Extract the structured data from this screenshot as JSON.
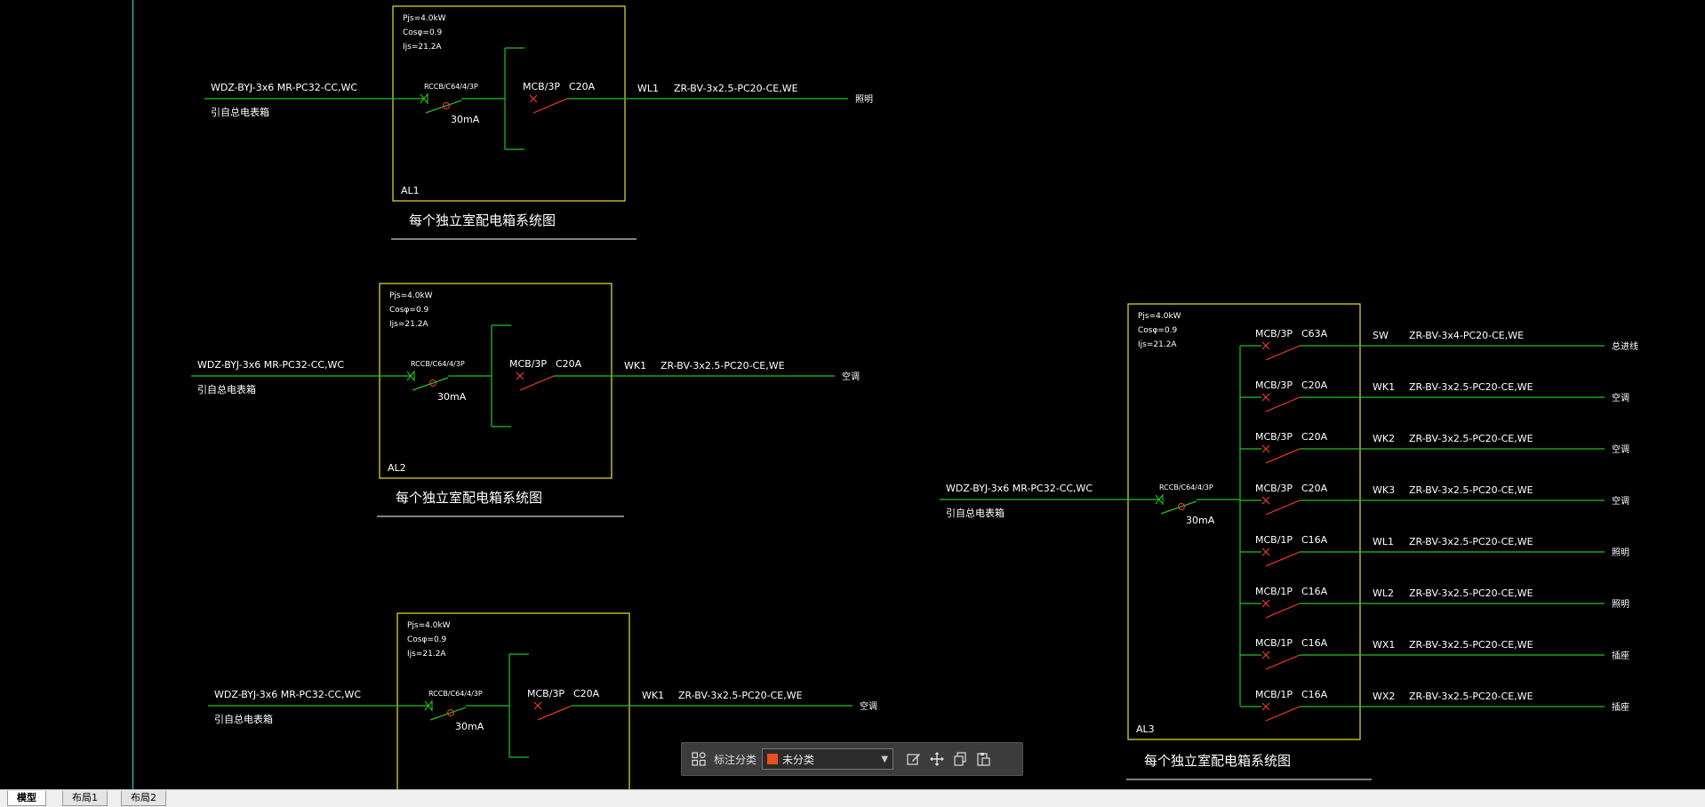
{
  "colors": {
    "background": "#000000",
    "green": "#22c11e",
    "yellow": "#e8e22a",
    "red": "#ff3b24",
    "cyan": "#30c6d8",
    "white": "#ffffff"
  },
  "panels": [
    {
      "id": "AL1",
      "params": [
        "Pjs=4.0kW",
        "Cosφ=0.9",
        "Ijs=21.2A"
      ],
      "incoming": {
        "cable": "WDZ-BYJ-3x6 MR-PC32-CC,WC",
        "source": "引自总电表箱"
      },
      "main_breaker": {
        "type": "RCCB/C64/4/3P",
        "trip": "30mA"
      },
      "circuits": [
        {
          "breaker": "MCB/3P",
          "rating": "C20A",
          "circuit": "WL1",
          "cable": "ZR-BV-3x2.5-PC20-CE,WE",
          "load": "照明"
        }
      ],
      "title": "每个独立室配电箱系统图"
    },
    {
      "id": "AL2",
      "params": [
        "Pjs=4.0kW",
        "Cosφ=0.9",
        "Ijs=21.2A"
      ],
      "incoming": {
        "cable": "WDZ-BYJ-3x6 MR-PC32-CC,WC",
        "source": "引自总电表箱"
      },
      "main_breaker": {
        "type": "RCCB/C64/4/3P",
        "trip": "30mA"
      },
      "circuits": [
        {
          "breaker": "MCB/3P",
          "rating": "C20A",
          "circuit": "WK1",
          "cable": "ZR-BV-3x2.5-PC20-CE,WE",
          "load": "空调"
        }
      ],
      "title": "每个独立室配电箱系统图"
    },
    {
      "id": "",
      "params": [
        "Pjs=4.0kW",
        "Cosφ=0.9",
        "Ijs=21.2A"
      ],
      "incoming": {
        "cable": "WDZ-BYJ-3x6 MR-PC32-CC,WC",
        "source": "引自总电表箱"
      },
      "main_breaker": {
        "type": "RCCB/C64/4/3P",
        "trip": "30mA"
      },
      "circuits": [
        {
          "breaker": "MCB/3P",
          "rating": "C20A",
          "circuit": "WK1",
          "cable": "ZR-BV-3x2.5-PC20-CE,WE",
          "load": "空调"
        }
      ],
      "title": ""
    },
    {
      "id": "AL3",
      "params": [
        "Pjs=4.0kW",
        "Cosφ=0.9",
        "Ijs=21.2A"
      ],
      "incoming": {
        "cable": "WDZ-BYJ-3x6 MR-PC32-CC,WC",
        "source": "引自总电表箱"
      },
      "main_breaker": {
        "type": "RCCB/C64/4/3P",
        "trip": "30mA"
      },
      "circuits": [
        {
          "breaker": "MCB/3P",
          "rating": "C63A",
          "circuit": "SW",
          "cable": "ZR-BV-3x4-PC20-CE,WE",
          "load": "总进线"
        },
        {
          "breaker": "MCB/3P",
          "rating": "C20A",
          "circuit": "WK1",
          "cable": "ZR-BV-3x2.5-PC20-CE,WE",
          "load": "空调"
        },
        {
          "breaker": "MCB/3P",
          "rating": "C20A",
          "circuit": "WK2",
          "cable": "ZR-BV-3x2.5-PC20-CE,WE",
          "load": "空调"
        },
        {
          "breaker": "MCB/3P",
          "rating": "C20A",
          "circuit": "WK3",
          "cable": "ZR-BV-3x2.5-PC20-CE,WE",
          "load": "空调"
        },
        {
          "breaker": "MCB/1P",
          "rating": "C16A",
          "circuit": "WL1",
          "cable": "ZR-BV-3x2.5-PC20-CE,WE",
          "load": "照明"
        },
        {
          "breaker": "MCB/1P",
          "rating": "C16A",
          "circuit": "WL2",
          "cable": "ZR-BV-3x2.5-PC20-CE,WE",
          "load": "照明"
        },
        {
          "breaker": "MCB/1P",
          "rating": "C16A",
          "circuit": "WX1",
          "cable": "ZR-BV-3x2.5-PC20-CE,WE",
          "load": "插座"
        },
        {
          "breaker": "MCB/1P",
          "rating": "C16A",
          "circuit": "WX2",
          "cable": "ZR-BV-3x2.5-PC20-CE,WE",
          "load": "插座"
        }
      ],
      "title": "每个独立室配电箱系统图"
    }
  ],
  "annotation_toolbar": {
    "label": "标注分类",
    "category_value": "未分类",
    "category_color": "#e8501c",
    "icons": [
      "category-grid-icon",
      "edit-icon",
      "move-icon",
      "copy-icon",
      "paste-icon"
    ]
  },
  "layout_tabs": [
    {
      "label": "模型",
      "active": true
    },
    {
      "label": "布局1",
      "active": false
    },
    {
      "label": "布局2",
      "active": false
    }
  ]
}
